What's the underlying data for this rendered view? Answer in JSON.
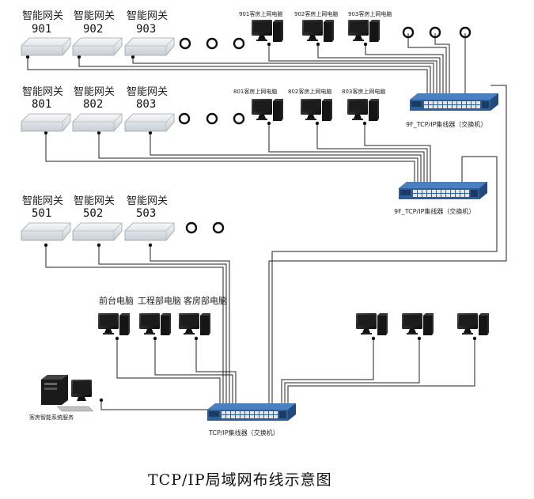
{
  "title": "TCP/IP局域网布线示意图",
  "gateway_label": "智能网关",
  "floors": [
    {
      "rooms": [
        "901",
        "902",
        "903"
      ],
      "pcs": [
        "901客房上网电脑",
        "902客房上网电脑",
        "903客房上网电脑"
      ],
      "switch_label": "9F_TCP/IP集线器（交换机）"
    },
    {
      "rooms": [
        "801",
        "802",
        "803"
      ],
      "pcs": [
        "801客房上网电脑",
        "802客房上网电脑",
        "803客房上网电脑"
      ],
      "switch_label": "9F_TCP/IP集线器（交换机）"
    },
    {
      "rooms": [
        "501",
        "502",
        "503"
      ],
      "pcs": [],
      "switch_label": ""
    }
  ],
  "departments": [
    "前台电脑",
    "工程部电脑",
    "客房部电脑"
  ],
  "server_label": "客房智能系统服务",
  "main_switch_label": "TCP/IP集线器（交换机）",
  "colors": {
    "switch_body": "#2f5f9a",
    "switch_top": "#4a7fc0",
    "wire": "#222222",
    "gateway_body": "#e9ecef"
  }
}
